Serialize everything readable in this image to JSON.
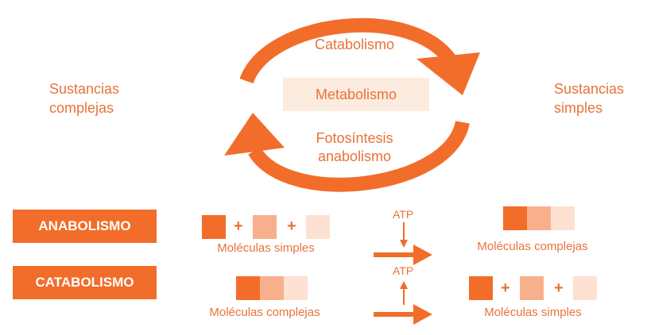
{
  "diagram": {
    "cycle": {
      "top_label": "Catabolismo",
      "center_label": "Metabolismo",
      "bottom_label_line1": "Fotosíntesis",
      "bottom_label_line2": "anabolismo"
    },
    "left_label_line1": "Sustancias",
    "left_label_line2": "complejas",
    "right_label_line1": "Sustancias",
    "right_label_line2": "simples",
    "anabolismo": {
      "label": "ANABOLISMO",
      "input_caption": "Moléculas simples",
      "energy_label": "ATP",
      "output_caption": "Moléculas complejas"
    },
    "catabolismo": {
      "label": "CATABOLISMO",
      "input_caption": "Moléculas complejas",
      "energy_label": "ATP",
      "output_caption": "Moléculas simples"
    },
    "plus_sign": "+",
    "colors": {
      "accent": "#f26d2a",
      "medium": "#f8b08c",
      "light": "#fde1d2",
      "center_box": "#fcebdf",
      "text": "#e8733a"
    }
  }
}
